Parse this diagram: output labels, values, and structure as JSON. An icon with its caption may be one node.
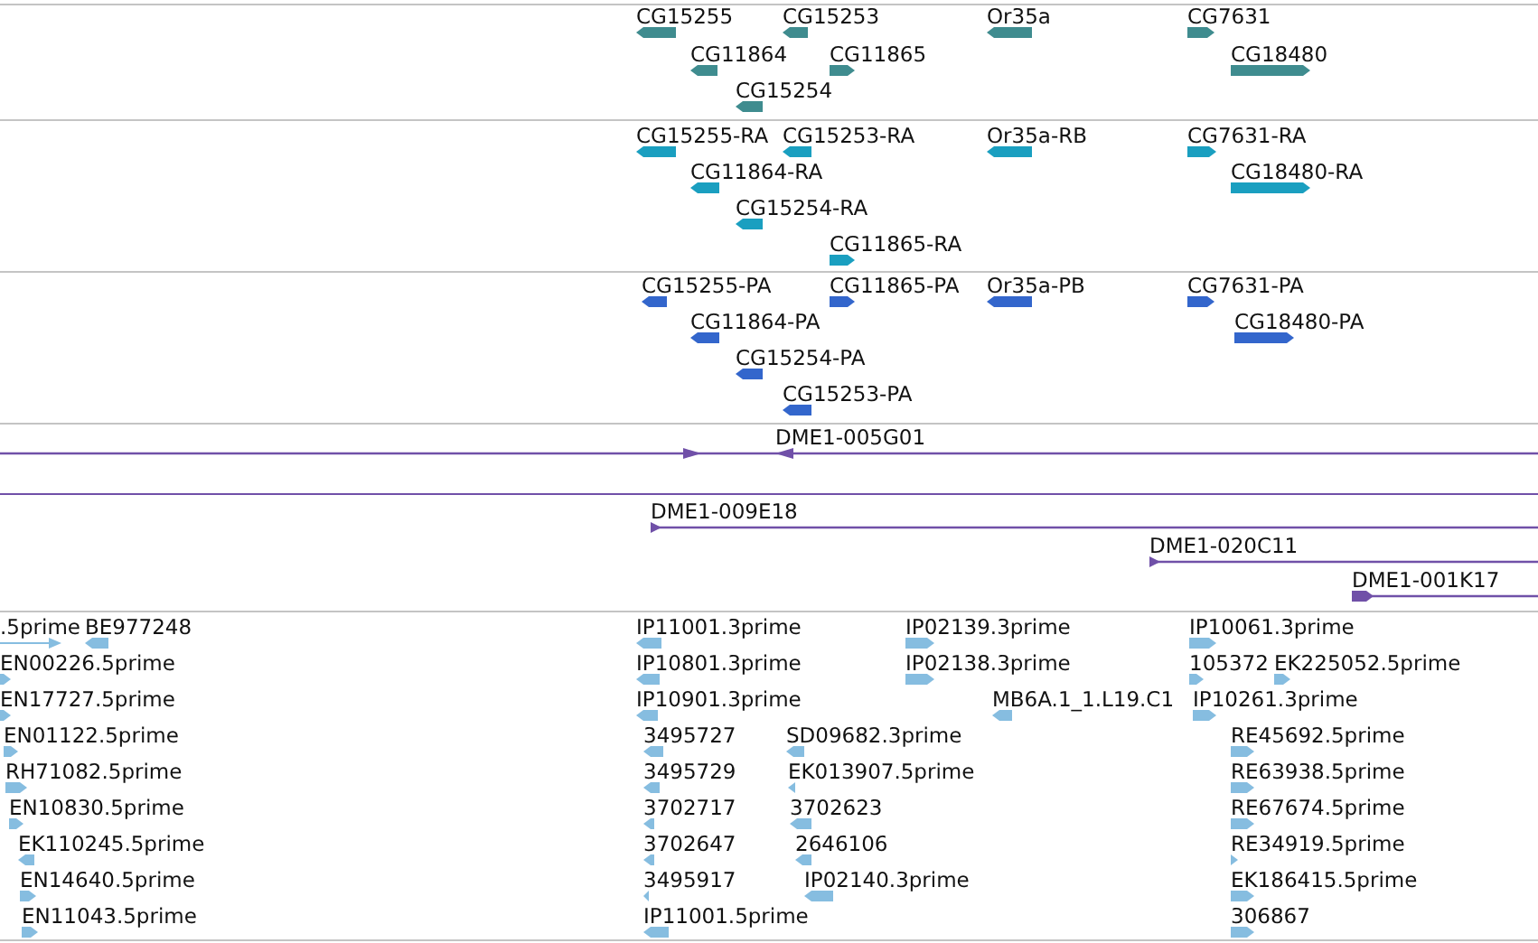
{
  "diagram": {
    "nodes": [
      {
        "text": [
          "CG15255"
        ]
      },
      {
        "text": [
          "CG15253"
        ]
      },
      {
        "text": [
          "Or35a"
        ]
      },
      {
        "text": [
          "CG7631"
        ]
      },
      {
        "text": [
          "CG11864"
        ]
      },
      {
        "text": [
          "CG11865"
        ]
      },
      {
        "text": [
          "CG18480"
        ]
      },
      {
        "text": [
          "CG15254"
        ]
      },
      {
        "text": [
          "CG15255-RA"
        ]
      },
      {
        "text": [
          "CG15253-RA"
        ]
      },
      {
        "text": [
          "Or35a-RB"
        ]
      },
      {
        "text": [
          "CG7631-RA"
        ]
      },
      {
        "text": [
          "CG11864-RA"
        ]
      },
      {
        "text": [
          "CG18480-RA"
        ]
      },
      {
        "text": [
          "CG15254-RA"
        ]
      },
      {
        "text": [
          "CG11865-RA"
        ]
      },
      {
        "text": [
          "CG15255-PA"
        ]
      },
      {
        "text": [
          "CG11865-PA"
        ]
      },
      {
        "text": [
          "Or35a-PB"
        ]
      },
      {
        "text": [
          "CG7631-PA"
        ]
      },
      {
        "text": [
          "CG11864-PA"
        ]
      },
      {
        "text": [
          "CG18480-PA"
        ]
      },
      {
        "text": [
          "CG15254-PA"
        ]
      },
      {
        "text": [
          "CG15253-PA"
        ]
      },
      {
        "text": [
          "DME1-005G01"
        ]
      },
      {
        "text": [
          "DME1-009E18"
        ]
      },
      {
        "text": [
          "DME1-020C11"
        ]
      },
      {
        "text": [
          "DME1-001K17"
        ]
      },
      {
        "text": [
          ".5prime"
        ]
      },
      {
        "text": [
          "BE977248"
        ]
      },
      {
        "text": [
          "IP11001.3prime"
        ]
      },
      {
        "text": [
          "IP02139.3prime"
        ]
      },
      {
        "text": [
          "IP10061.3prime"
        ]
      },
      {
        "text": [
          "EN00226.5prime"
        ]
      },
      {
        "text": [
          "IP10801.3prime"
        ]
      },
      {
        "text": [
          "IP02138.3prime"
        ]
      },
      {
        "text": [
          "105372"
        ]
      },
      {
        "text": [
          "EK225052.5prime"
        ]
      },
      {
        "text": [
          "EN17727.5prime"
        ]
      },
      {
        "text": [
          "IP10901.3prime"
        ]
      },
      {
        "text": [
          "MB6A.1_1.L19.C1"
        ]
      },
      {
        "text": [
          "IP10261.3prime"
        ]
      },
      {
        "text": [
          "EN01122.5prime"
        ]
      },
      {
        "text": [
          "3495727"
        ]
      },
      {
        "text": [
          "SD09682.3prime"
        ]
      },
      {
        "text": [
          "RE45692.5prime"
        ]
      },
      {
        "text": [
          "RH71082.5prime"
        ]
      },
      {
        "text": [
          "3495729"
        ]
      },
      {
        "text": [
          "EK013907.5prime"
        ]
      },
      {
        "text": [
          "RE63938.5prime"
        ]
      },
      {
        "text": [
          "EN10830.5prime"
        ]
      },
      {
        "text": [
          "3702717"
        ]
      },
      {
        "text": [
          "3702623"
        ]
      },
      {
        "text": [
          "RE67674.5prime"
        ]
      },
      {
        "text": [
          "EK110245.5prime"
        ]
      },
      {
        "text": [
          "3702647"
        ]
      },
      {
        "text": [
          "2646106"
        ]
      },
      {
        "text": [
          "RE34919.5prime"
        ]
      },
      {
        "text": [
          "EN14640.5prime"
        ]
      },
      {
        "text": [
          "3495917"
        ]
      },
      {
        "text": [
          "IP02140.3prime"
        ]
      },
      {
        "text": [
          "EK186415.5prime"
        ]
      },
      {
        "text": [
          "EN11043.5prime"
        ]
      },
      {
        "text": [
          "IP11001.5prime"
        ]
      },
      {
        "text": [
          "306867"
        ]
      }
    ]
  }
}
